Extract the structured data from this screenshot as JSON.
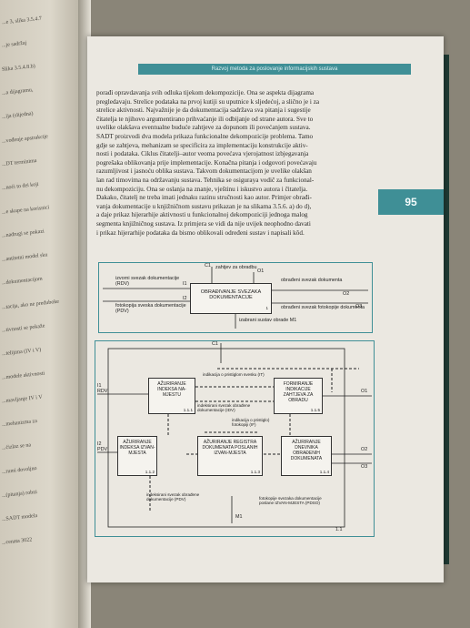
{
  "header": {
    "text": "Razvoj metoda za poslovanje informacijskih sustava"
  },
  "page_number": "95",
  "body_text": [
    "porađi opravdavanja svih odluka tijekom dekompozicije. Ona se aspekta dijagrama",
    "pregledavaju. Strelice podataka na prvoj kutiji su uputnice k sljedećoj, a slično je i za",
    "strelice aktivnosti. Najvažnije je da dokumentacija sadržava sva pitanja i sugestije",
    "čitatelja te njihovo argumentirano prihvaćanje ili odbijanje od strane autora. Sve to",
    "uvelike olakšava eventualne buduće zahtjeve za dopunom ili povećanjem sustava.",
    "SADT proizvodi dva modela prikaza funkcionalne dekompozicije problema. Tamo",
    "gdje se zahtjeva, mehanizam se specificira za implementaciju konstrukcije aktiv-",
    "nosti i podataka. Ciklus čitatelji–autor veoma povećava vjerojatnost izbjegavanja",
    "pogrešaka oblikovanja prije implementacije. Konačna pitanja i odgovori povećavaju",
    "razumljivost i jasnoću oblika sustava. Takvom dokumentacijom je uvelike olakšan",
    "lan rad timovima na održavanju sustava. Tehnika se osiguraya vodič za funkcional-",
    "nu dekompoziciju. Ona se oslanja na znanje, vještinu i iskustvo autora i čitatelja.",
    "Dakako, čitatelj ne treba imati jednaku razinu stručnosti kao autor. Primjer obrađi-",
    "vanja dokumentacije u knjižničnom sustavu prikazan je na slikama 3.5.6. a) do d),",
    "a daje prikaz hijerarhije aktivnosti u funkcionalnoj dekompoziciji jednoga malog",
    "segmenta knjižničnog sustava. Iz primjera se vidi da nije uvijek neophodno davati",
    "i prikaz hijerarhije podataka da bismo oblikovali određeni sustav i napisali kôd."
  ],
  "diagram1": {
    "box_label": "OBRAĐIVANJE SVEZAKA DOKUMENTACIJE",
    "box_id": "1",
    "in1": "izvorni svezak dokumentacije (RDV)",
    "in1_code": "I1",
    "in2": "fotokopija sveska dokumentacije (PDV)",
    "in2_code": "I2",
    "ctrl": "zahtjev za obradbu",
    "ctrl_code": "C1",
    "out1": "obrađeni svezak dokumenta",
    "out1_code": "O2",
    "out2_code": "O1",
    "out3": "obrađeni svezak fotokopije dokumenta",
    "out3_code": "O3",
    "out_mid_code": "O2",
    "mech": "izabrani sustav obrade M1"
  },
  "diagram2": {
    "c1": "C1",
    "i1": "I1 RDV",
    "i2": "I2 PDV",
    "o1": "O1",
    "o2": "O2",
    "o3": "O3",
    "m1": "M1",
    "fig": "1.1",
    "boxes": [
      {
        "label": "AŽURIRANJE INDEKSA NA-MJESTU",
        "id": "1.1.1"
      },
      {
        "label": "FORMIRANJE INDIKACIJE ZAHTJEVA ZA OBRADU",
        "id": "1.1.5"
      },
      {
        "label": "AŽURIRANJE INDEKSA IZVAN-MJESTA",
        "id": "1.1.2"
      },
      {
        "label": "AŽURIRANJE REGISTRA DOKUMENATA POSLANIH IZVAN-MJESTA",
        "id": "1.1.3"
      },
      {
        "label": "AŽURIRANJE DNEVNIKA OBRAĐENIH DOKUMENATA",
        "id": "1.1.4"
      }
    ],
    "notes": {
      "n1": "indikacija o pristiglom svesku (IT)",
      "n2": "indeksirani svezak obrađene dokumentacije (IDV)",
      "n3": "indikacija o pristiglo) fotokopiji (IF)",
      "n4": "indeksirani svezak obrađene dokumentacije (PDV)",
      "n5": "fotokopije svezaka dokumentacije poslane IZVAN-MJESTA (PDSO)"
    }
  },
  "left_page": [
    "...e 3, slika 3.5.4.7",
    "...je sadržaj",
    "Slika 3.5.4.8.b)",
    "...a dijagramu,",
    "...ija (slijedna)",
    "...vođenje apstrakcije",
    "...DT terminima",
    "...noći to dei koji",
    "...e skupe na korisnici",
    "...nadrugi se pokazi",
    "...antitetni model sku",
    "...dokumentacijom",
    "...tacija, ako ne preduboke",
    "...tivnosti se pokaže",
    "...telijima (IV i V)",
    "...modele aktivnosti",
    "...mavljanje IV i V",
    "...mehanizma za",
    "...ćizlaz se na ",
    "...rumi dovoljno",
    "...(pitanja) robni",
    "...SADT modela",
    "...cenata 3022"
  ]
}
